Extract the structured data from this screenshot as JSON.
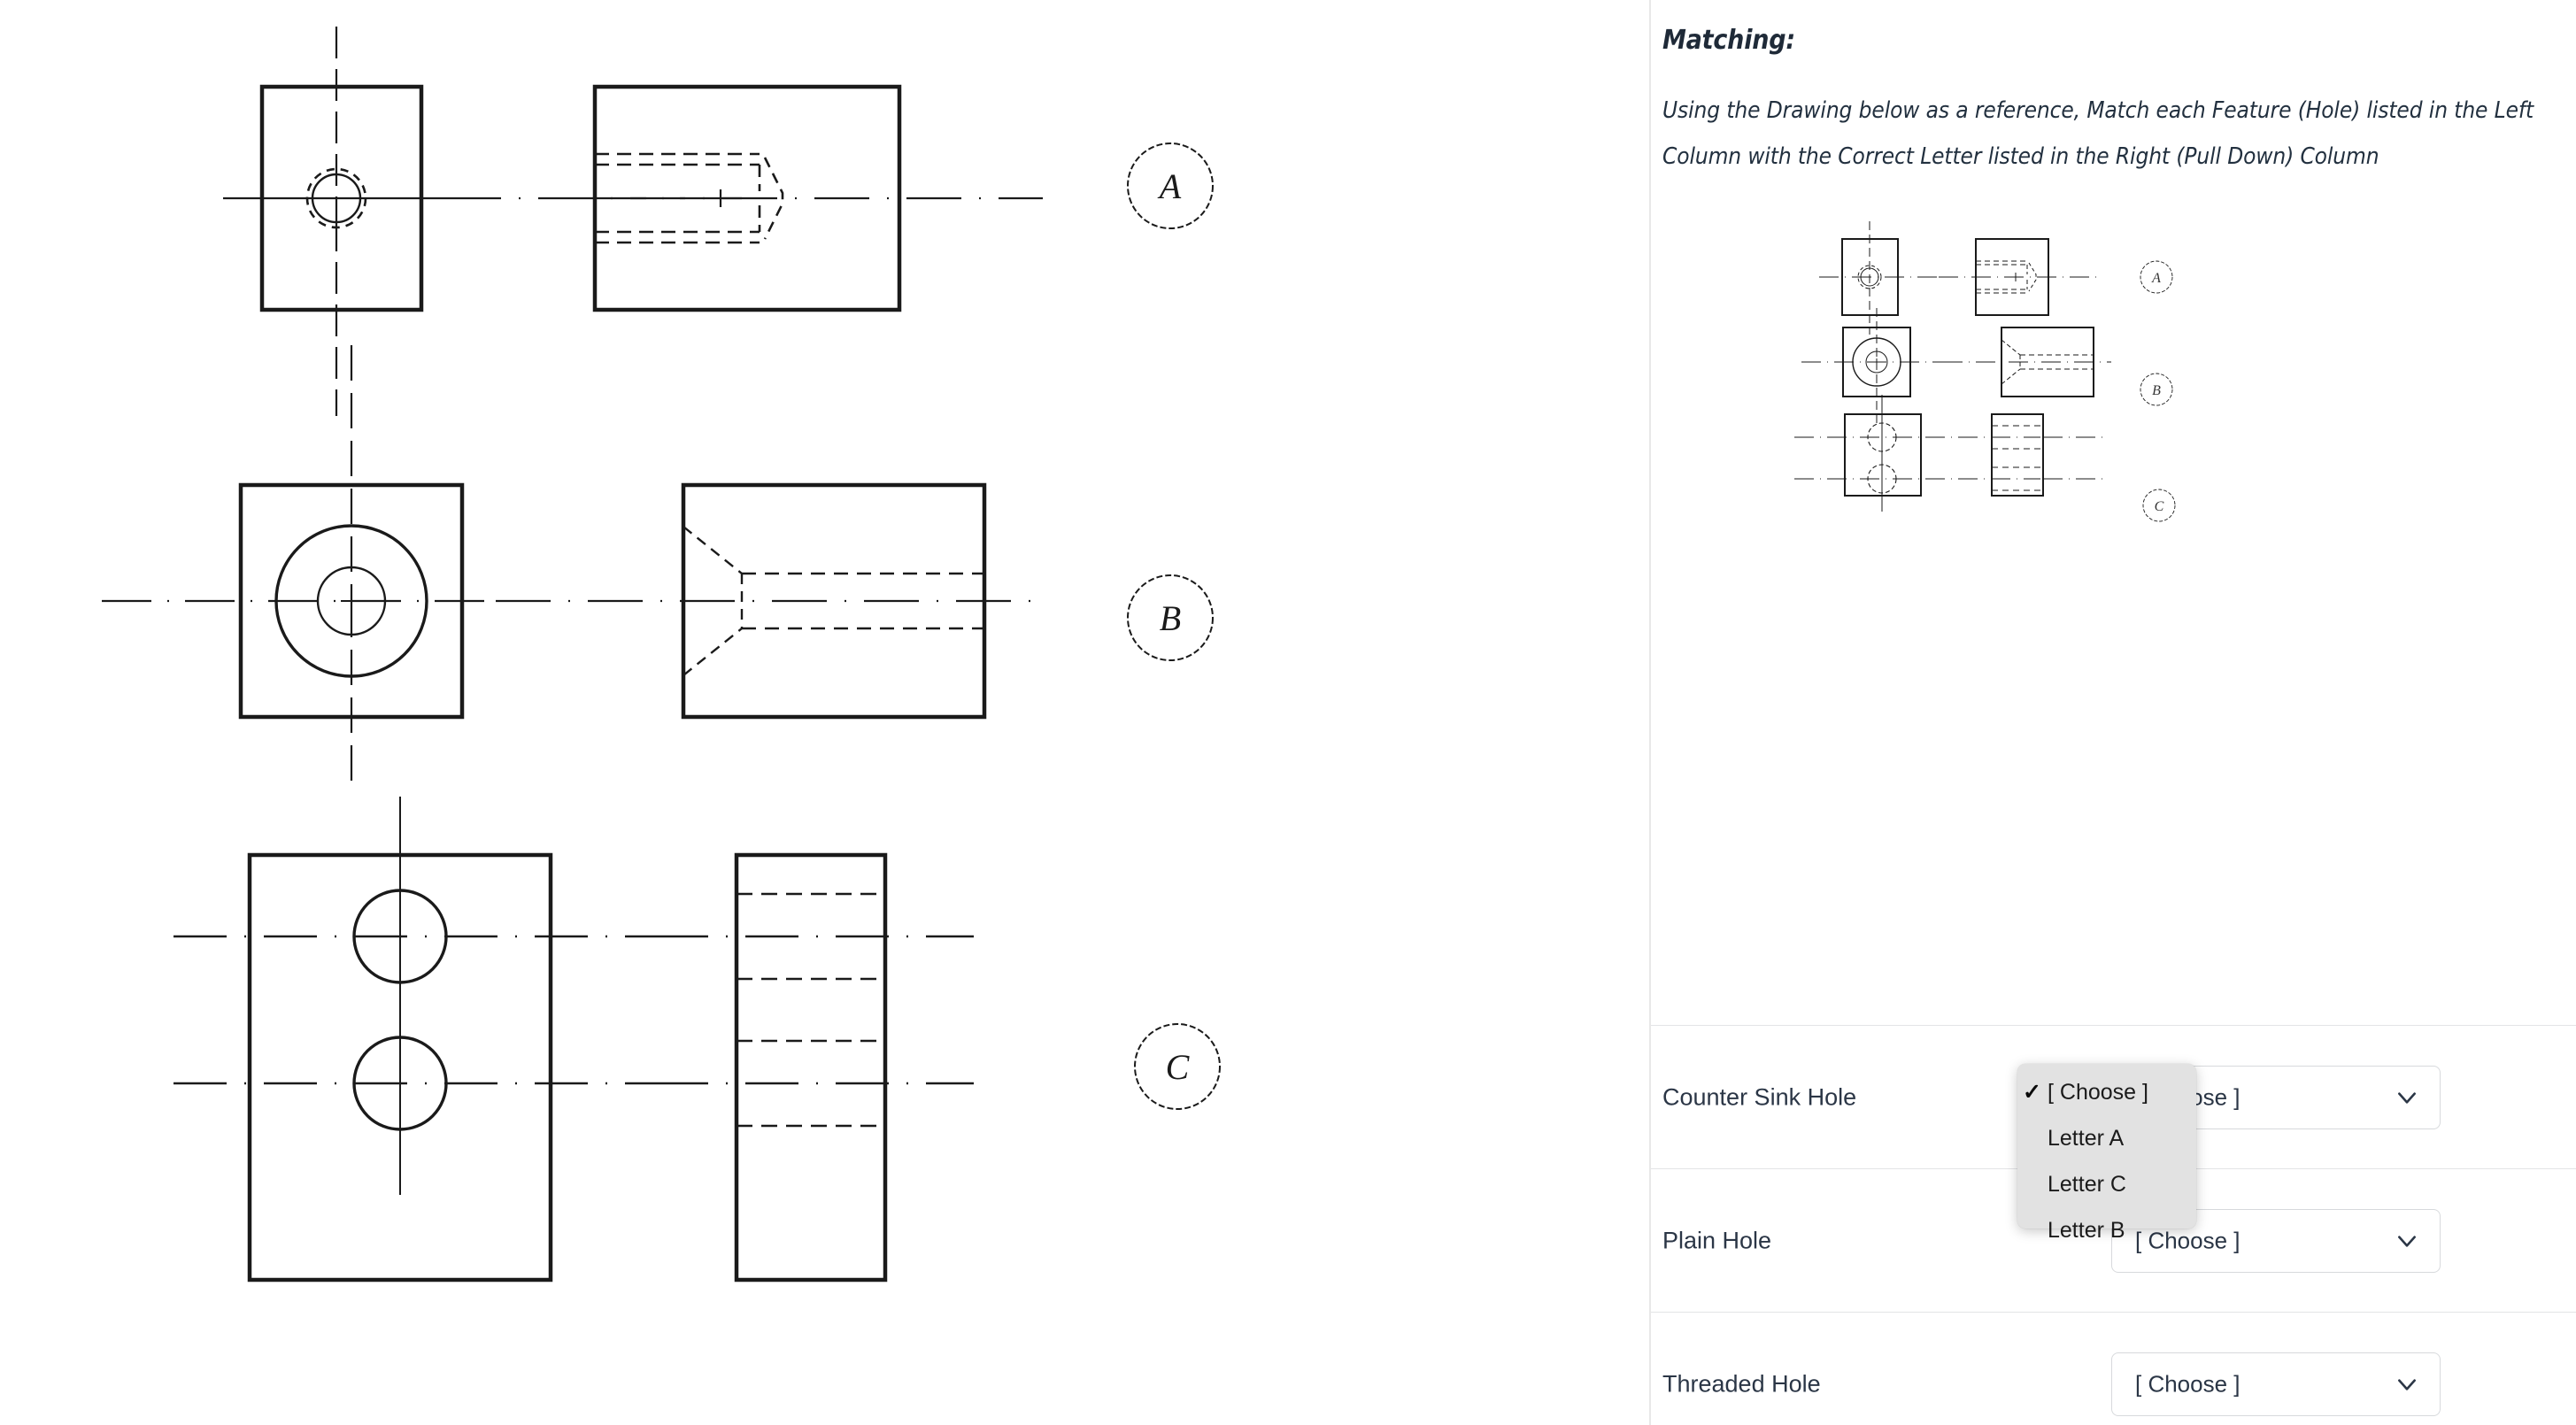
{
  "question": {
    "title": "Matching:",
    "instruction_line_1": "Using the Drawing below as a reference, Match each Feature (Hole) listed in the Left",
    "instruction_line_2": "Column with the Correct Letter listed in the Right  (Pull Down) Column"
  },
  "drawing": {
    "letters": [
      "A",
      "B",
      "C"
    ],
    "rows": [
      {
        "letter": "A",
        "feature": "threaded-hole"
      },
      {
        "letter": "B",
        "feature": "counter-sink-hole"
      },
      {
        "letter": "C",
        "feature": "plain-hole"
      }
    ]
  },
  "matching": {
    "rows": [
      {
        "label": "Counter Sink Hole",
        "selected": "[ Choose ]"
      },
      {
        "label": "Plain Hole",
        "selected": "[ Choose ]"
      },
      {
        "label": "Threaded Hole",
        "selected": "[ Choose ]"
      }
    ]
  },
  "dropdown": {
    "open": true,
    "checked_index": 0,
    "checkmark": "✓",
    "options": [
      "[ Choose ]",
      "Letter A",
      "Letter C",
      "Letter B"
    ]
  },
  "colors": {
    "text": "#2b3646",
    "heading": "#1f2a38",
    "line": "#000000",
    "divider": "#e3e4e6",
    "select_border": "#d7d9dc",
    "popup_bg": "#e2e2e2",
    "background": "#ffffff"
  }
}
